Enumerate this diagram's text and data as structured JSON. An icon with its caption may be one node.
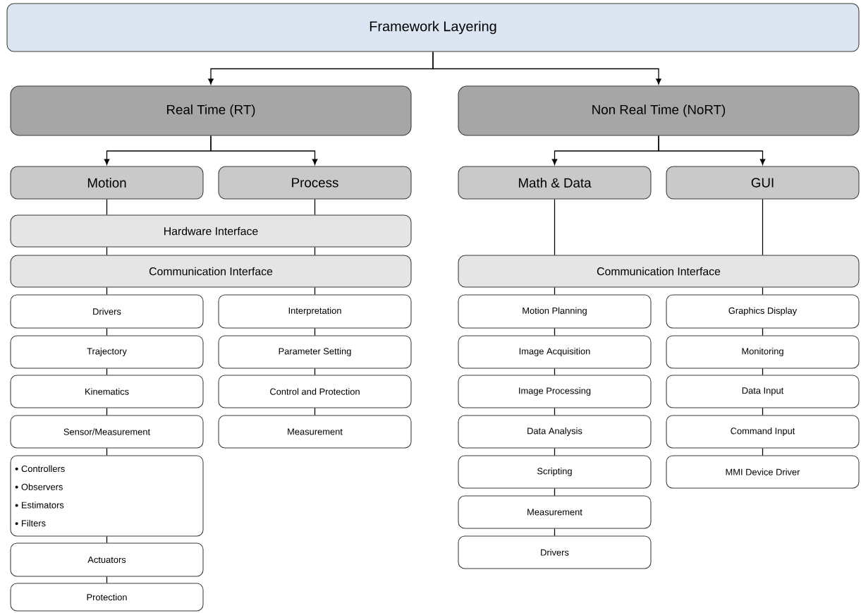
{
  "diagram": {
    "nodes": [
      {
        "text": [
          "Framework Layering"
        ]
      },
      {
        "text": [
          "Real Time (RT)"
        ]
      },
      {
        "text": [
          "Non Real Time (NoRT)"
        ]
      },
      {
        "text": [
          "Motion"
        ]
      },
      {
        "text": [
          "Process"
        ]
      },
      {
        "text": [
          "Math & Data"
        ]
      },
      {
        "text": [
          "GUI"
        ]
      },
      {
        "text": [
          "Hardware Interface"
        ]
      },
      {
        "text": [
          "Communication Interface"
        ]
      },
      {
        "text": [
          "Communication Interface"
        ]
      },
      {
        "text": [
          "Drivers"
        ]
      },
      {
        "text": [
          "Trajectory"
        ]
      },
      {
        "text": [
          "Kinematics"
        ]
      },
      {
        "text": [
          "Sensor/Measurement"
        ]
      },
      {
        "text": [
          "Controllers",
          "Observers",
          "Estimators",
          "Filters"
        ]
      },
      {
        "text": [
          "Actuators"
        ]
      },
      {
        "text": [
          "Protection"
        ]
      },
      {
        "text": [
          "Interpretation"
        ]
      },
      {
        "text": [
          "Parameter Setting"
        ]
      },
      {
        "text": [
          "Control and Protection"
        ]
      },
      {
        "text": [
          "Measurement"
        ]
      },
      {
        "text": [
          "Motion Planning"
        ]
      },
      {
        "text": [
          "Image Acquisition"
        ]
      },
      {
        "text": [
          "Image Processing"
        ]
      },
      {
        "text": [
          "Data Analysis"
        ]
      },
      {
        "text": [
          "Scripting"
        ]
      },
      {
        "text": [
          "Measurement"
        ]
      },
      {
        "text": [
          "Drivers"
        ]
      },
      {
        "text": [
          "Graphics Display"
        ]
      },
      {
        "text": [
          "Monitoring"
        ]
      },
      {
        "text": [
          "Data Input"
        ]
      },
      {
        "text": [
          "Command Input"
        ]
      },
      {
        "text": [
          "MMI Device Driver"
        ]
      }
    ],
    "edges": [
      {
        "from": 0,
        "to": 1,
        "arrow": "to"
      },
      {
        "from": 0,
        "to": 2,
        "arrow": "to"
      },
      {
        "from": 1,
        "to": 3,
        "arrow": "to"
      },
      {
        "from": 1,
        "to": 4,
        "arrow": "to"
      },
      {
        "from": 2,
        "to": 5,
        "arrow": "to"
      },
      {
        "from": 2,
        "to": 6,
        "arrow": "to"
      },
      {
        "from": 3,
        "to": 7,
        "arrow": "none"
      },
      {
        "from": 4,
        "to": 7,
        "arrow": "none"
      },
      {
        "from": 7,
        "to": 8,
        "arrow": "none"
      },
      {
        "from": 7,
        "to": 8,
        "arrow": "none"
      },
      {
        "from": 8,
        "to": 10,
        "arrow": "none"
      },
      {
        "from": 8,
        "to": 17,
        "arrow": "none"
      },
      {
        "from": 10,
        "to": 11,
        "arrow": "none"
      },
      {
        "from": 11,
        "to": 12,
        "arrow": "none"
      },
      {
        "from": 12,
        "to": 13,
        "arrow": "none"
      },
      {
        "from": 13,
        "to": 14,
        "arrow": "none"
      },
      {
        "from": 14,
        "to": 15,
        "arrow": "none"
      },
      {
        "from": 15,
        "to": 16,
        "arrow": "none"
      },
      {
        "from": 17,
        "to": 18,
        "arrow": "none"
      },
      {
        "from": 18,
        "to": 19,
        "arrow": "none"
      },
      {
        "from": 19,
        "to": 20,
        "arrow": "none"
      },
      {
        "from": 5,
        "to": 9,
        "arrow": "none"
      },
      {
        "from": 6,
        "to": 9,
        "arrow": "none"
      },
      {
        "from": 9,
        "to": 21,
        "arrow": "none"
      },
      {
        "from": 9,
        "to": 28,
        "arrow": "none"
      },
      {
        "from": 21,
        "to": 22,
        "arrow": "none"
      },
      {
        "from": 22,
        "to": 23,
        "arrow": "none"
      },
      {
        "from": 23,
        "to": 24,
        "arrow": "none"
      },
      {
        "from": 24,
        "to": 25,
        "arrow": "none"
      },
      {
        "from": 25,
        "to": 26,
        "arrow": "none"
      },
      {
        "from": 26,
        "to": 27,
        "arrow": "none"
      },
      {
        "from": 28,
        "to": 29,
        "arrow": "none"
      },
      {
        "from": 29,
        "to": 30,
        "arrow": "none"
      },
      {
        "from": 30,
        "to": 31,
        "arrow": "none"
      },
      {
        "from": 31,
        "to": 32,
        "arrow": "none"
      }
    ]
  }
}
